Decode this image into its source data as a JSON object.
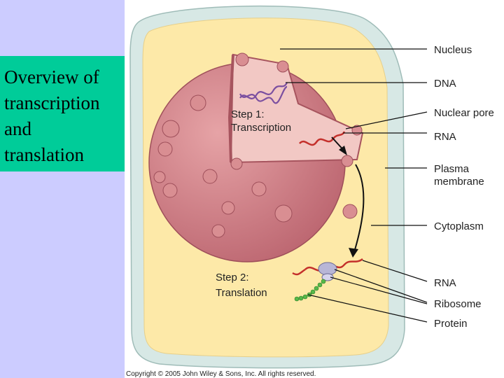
{
  "slide": {
    "title_lines": [
      "Overview of",
      "transcription",
      "and",
      "translation"
    ],
    "colors": {
      "background": "#ccccff",
      "title_box": "#00cc99"
    }
  },
  "diagram": {
    "labels": {
      "nucleus": "Nucleus",
      "dna": "DNA",
      "nuclear_pore": "Nuclear pore",
      "rna_top": "RNA",
      "plasma_line1": "Plasma",
      "plasma_line2": "membrane",
      "cytoplasm": "Cytoplasm",
      "rna_bottom": "RNA",
      "ribosome": "Ribosome",
      "protein": "Protein"
    },
    "step1": {
      "line1": "Step 1:",
      "line2": "Transcription"
    },
    "step2": {
      "line1": "Step 2:",
      "line2": "Translation"
    },
    "copyright": "Copyright © 2005 John Wiley & Sons, Inc.  All rights reserved.",
    "colors": {
      "cell_wall": "#d7e8e5",
      "cytoplasm": "#fde9a8",
      "nucleus": "#c9777f",
      "nucleus_interior": "#f2c8c4",
      "dna": "#7b4fa0",
      "rna": "#c4302b",
      "protein": "#56b848",
      "ribosome": "#b8b6d6"
    }
  }
}
